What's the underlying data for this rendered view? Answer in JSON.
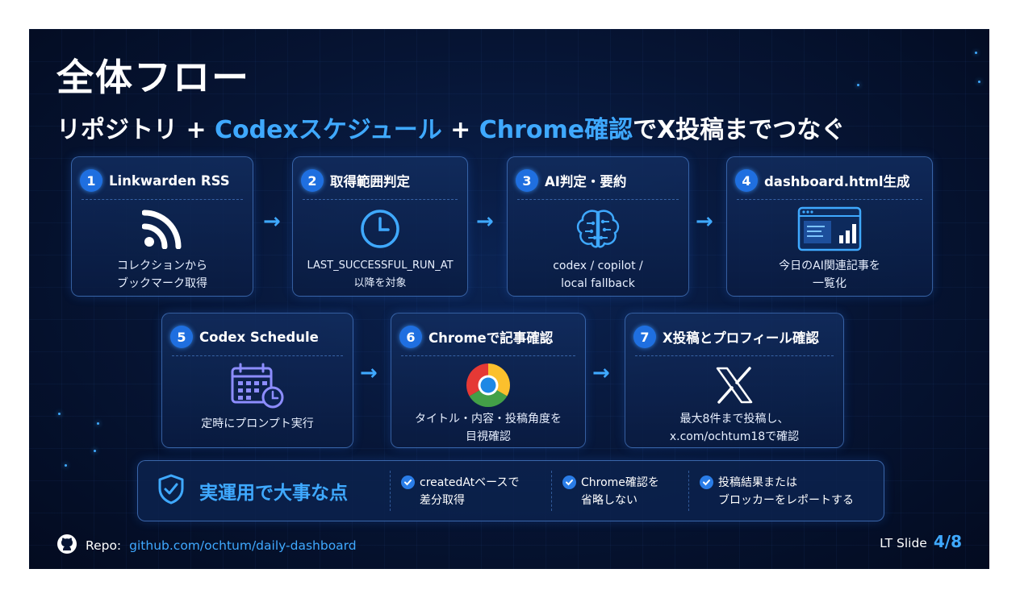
{
  "title": "全体フロー",
  "subtitle": {
    "part1": "リポジトリ + ",
    "part2": "Codexスケジュール",
    "part3": " + ",
    "part4": "Chrome確認",
    "part5": "でX投稿までつなぐ"
  },
  "steps": [
    {
      "num": "1",
      "title": "Linkwarden RSS",
      "icon": "rss-icon",
      "desc": [
        "コレクションから",
        "ブックマーク取得"
      ]
    },
    {
      "num": "2",
      "title": "取得範囲判定",
      "icon": "clock-icon",
      "desc": [
        "LAST_SUCCESSFUL_RUN_AT",
        "以降を対象"
      ]
    },
    {
      "num": "3",
      "title": "AI判定・要約",
      "icon": "brain-icon",
      "desc": [
        "codex / copilot /",
        "local fallback"
      ]
    },
    {
      "num": "4",
      "title": "dashboard.html生成",
      "icon": "dashboard-icon",
      "desc": [
        "今日のAI関連記事を",
        "一覧化"
      ]
    },
    {
      "num": "5",
      "title": "Codex Schedule",
      "icon": "calendar-clock-icon",
      "desc": [
        "定時にプロンプト実行"
      ]
    },
    {
      "num": "6",
      "title": "Chromeで記事確認",
      "icon": "chrome-icon",
      "desc": [
        "タイトル・内容・投稿角度を",
        "目視確認"
      ]
    },
    {
      "num": "7",
      "title": "X投稿とプロフィール確認",
      "icon": "x-logo-icon",
      "desc": [
        "最大8件まで投稿し、",
        "x.com/ochtum18で確認"
      ]
    }
  ],
  "arrow_glyph": "→",
  "key_points": {
    "title": "実運用で大事な点",
    "items": [
      {
        "lines": [
          "createdAtベースで",
          "差分取得"
        ]
      },
      {
        "lines": [
          "Chrome確認を",
          "省略しない"
        ]
      },
      {
        "lines": [
          "投稿結果または",
          "ブロッカーをレポートする"
        ]
      }
    ]
  },
  "footer": {
    "label": "Repo:",
    "url": "github.com/ochtum/daily-dashboard",
    "slide_label": "LT Slide",
    "page": "4/8"
  },
  "colors": {
    "background": "#061433",
    "accent": "#3fa9ff",
    "badge": "#1f6fe0",
    "text": "#ffffff"
  }
}
